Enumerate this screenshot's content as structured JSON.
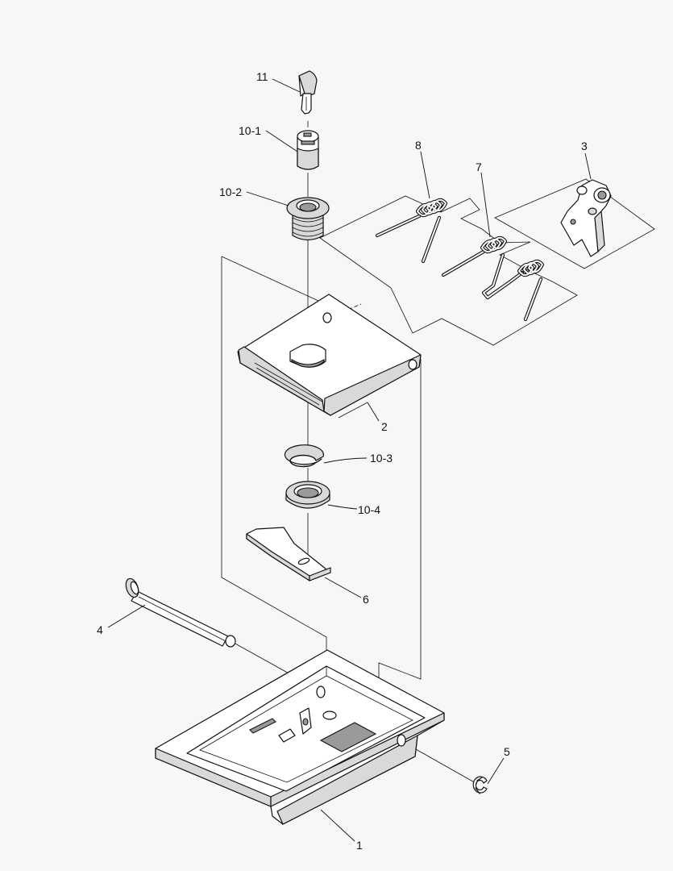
{
  "diagram": {
    "callouts": [
      {
        "id": "1",
        "text": "1"
      },
      {
        "id": "2",
        "text": "2"
      },
      {
        "id": "3",
        "text": "3"
      },
      {
        "id": "4",
        "text": "4"
      },
      {
        "id": "5",
        "text": "5"
      },
      {
        "id": "6",
        "text": "6"
      },
      {
        "id": "7",
        "text": "7"
      },
      {
        "id": "8",
        "text": "8"
      },
      {
        "id": "10-1",
        "text": "10-1"
      },
      {
        "id": "10-2",
        "text": "10-2"
      },
      {
        "id": "10-3",
        "text": "10-3"
      },
      {
        "id": "10-4",
        "text": "10-4"
      },
      {
        "id": "11",
        "text": "11"
      }
    ]
  }
}
